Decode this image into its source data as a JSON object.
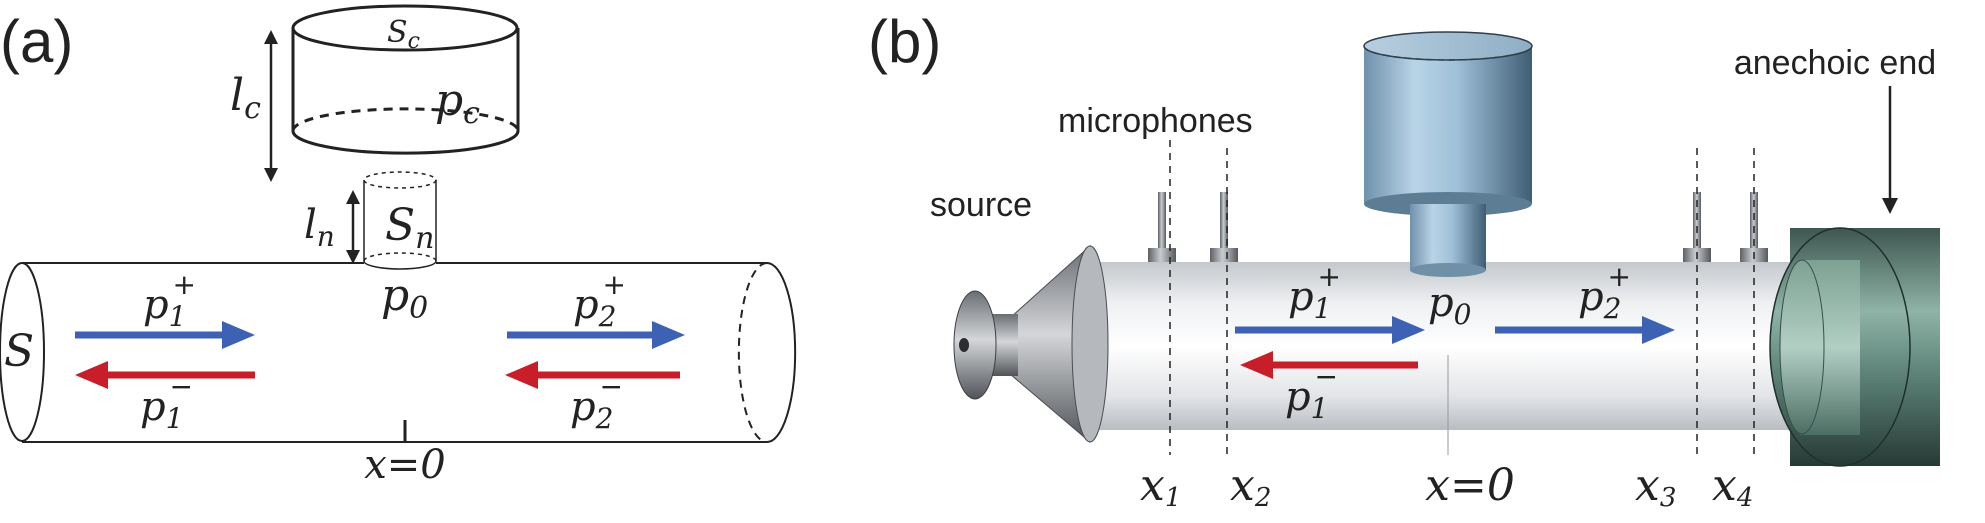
{
  "panel_a": {
    "label": "(a)",
    "cavity": {
      "area_base": "S",
      "area_sub": "c",
      "pressure_base": "p",
      "pressure_sub": "c",
      "length_base": "l",
      "length_sub": "c"
    },
    "neck": {
      "area_base": "S",
      "area_sub": "n",
      "length_base": "l",
      "length_sub": "n"
    },
    "duct": {
      "area": "S",
      "pressure_base": "p",
      "pressure_sub": "0",
      "position": "x=0"
    },
    "waves": {
      "p1_plus": {
        "base": "p",
        "sub": "1",
        "sup": "+"
      },
      "p1_minus": {
        "base": "p",
        "sub": "1",
        "sup": "−"
      },
      "p2_plus": {
        "base": "p",
        "sub": "2",
        "sup": "+"
      },
      "p2_minus": {
        "base": "p",
        "sub": "2",
        "sup": "−"
      }
    }
  },
  "panel_b": {
    "label": "(b)",
    "source_label": "source",
    "microphones_label": "microphones",
    "anechoic_label": "anechoic end",
    "resonator_pressure": {
      "base": "p",
      "sub": "0"
    },
    "waves": {
      "p1_plus": {
        "base": "p",
        "sub": "1",
        "sup": "+"
      },
      "p1_minus": {
        "base": "p",
        "sub": "1",
        "sup": "−"
      },
      "p2_plus": {
        "base": "p",
        "sub": "2",
        "sup": "+"
      }
    },
    "positions": {
      "x1": {
        "base": "x",
        "sub": "1"
      },
      "x2": {
        "base": "x",
        "sub": "2"
      },
      "x0": "x=0",
      "x3": {
        "base": "x",
        "sub": "3"
      },
      "x4": {
        "base": "x",
        "sub": "4"
      }
    }
  },
  "colors": {
    "incident_wave": "#3d62b3",
    "reflected_wave": "#c81e2a",
    "line": "#222222"
  }
}
